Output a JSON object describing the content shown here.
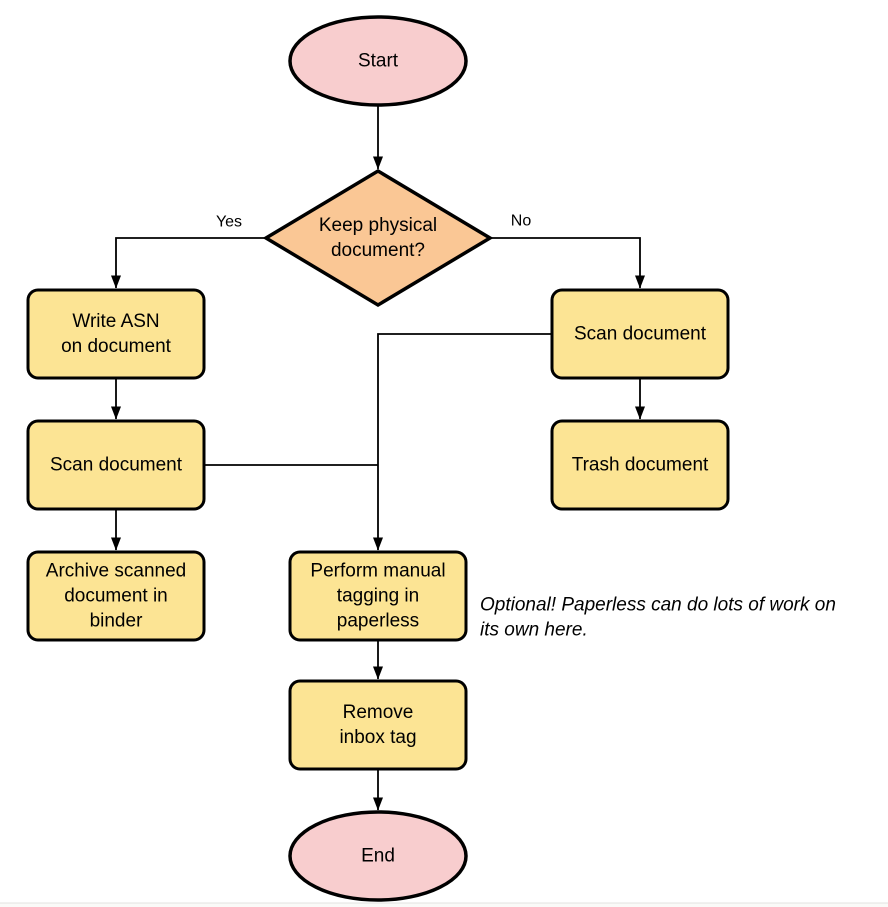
{
  "colors": {
    "terminal_fill": "#F8CDCE",
    "decision_fill": "#FAC795",
    "process_fill": "#FCE494",
    "stroke": "#000000",
    "background": "#FFFFFF",
    "bottom_strip": "#FAFAF8",
    "bottom_strip_line": "#E3E3E0"
  },
  "nodes": {
    "start": {
      "type": "terminator",
      "label": "Start"
    },
    "keep_physical": {
      "type": "decision",
      "lines": [
        "Keep physical",
        "document?"
      ]
    },
    "write_asn": {
      "type": "process",
      "lines": [
        "Write ASN",
        "on document"
      ]
    },
    "scan_document_left": {
      "type": "process",
      "lines": [
        "Scan document"
      ]
    },
    "archive_scanned": {
      "type": "process",
      "lines": [
        "Archive scanned",
        "document in",
        "binder"
      ]
    },
    "scan_document_right": {
      "type": "process",
      "lines": [
        "Scan document"
      ]
    },
    "trash_document": {
      "type": "process",
      "lines": [
        "Trash document"
      ]
    },
    "manual_tagging": {
      "type": "process",
      "lines": [
        "Perform manual",
        "tagging in",
        "paperless"
      ]
    },
    "remove_inbox_tag": {
      "type": "process",
      "lines": [
        "Remove",
        "inbox tag"
      ]
    },
    "end": {
      "type": "terminator",
      "label": "End"
    }
  },
  "edge_labels": {
    "yes": "Yes",
    "no": "No"
  },
  "note": {
    "lines": [
      "Optional! Paperless can do lots of work on",
      "its own here."
    ]
  }
}
